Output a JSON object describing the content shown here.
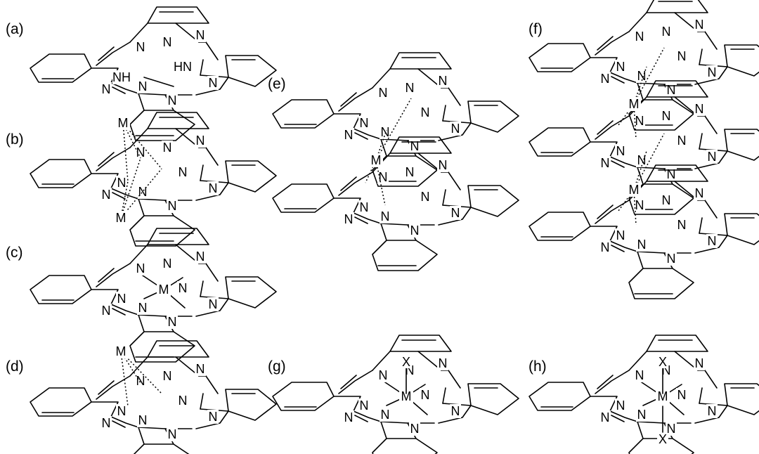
{
  "figure_labels": [
    "(a)",
    "(b)",
    "(c)",
    "(d)",
    "(e)",
    "(f)",
    "(g)",
    "(h)"
  ],
  "atoms": {
    "N": "N",
    "NH": "NH",
    "HN": "HN",
    "M": "M",
    "X": "X"
  },
  "structures": [
    {
      "id": "a",
      "label": "(a)",
      "kind": "free-base",
      "layers": 1
    },
    {
      "id": "b",
      "label": "(b)",
      "kind": "metal-above-and-below",
      "layers": 1
    },
    {
      "id": "c",
      "label": "(c)",
      "kind": "in-plane-metal",
      "layers": 1
    },
    {
      "id": "d",
      "label": "(d)",
      "kind": "metal-above",
      "layers": 1
    },
    {
      "id": "e",
      "label": "(e)",
      "kind": "sandwich",
      "layers": 2
    },
    {
      "id": "f",
      "label": "(f)",
      "kind": "triple-decker",
      "layers": 3
    },
    {
      "id": "g",
      "label": "(g)",
      "kind": "one-axial-ligand",
      "layers": 1
    },
    {
      "id": "h",
      "label": "(h)",
      "kind": "two-axial-ligands",
      "layers": 1
    }
  ]
}
